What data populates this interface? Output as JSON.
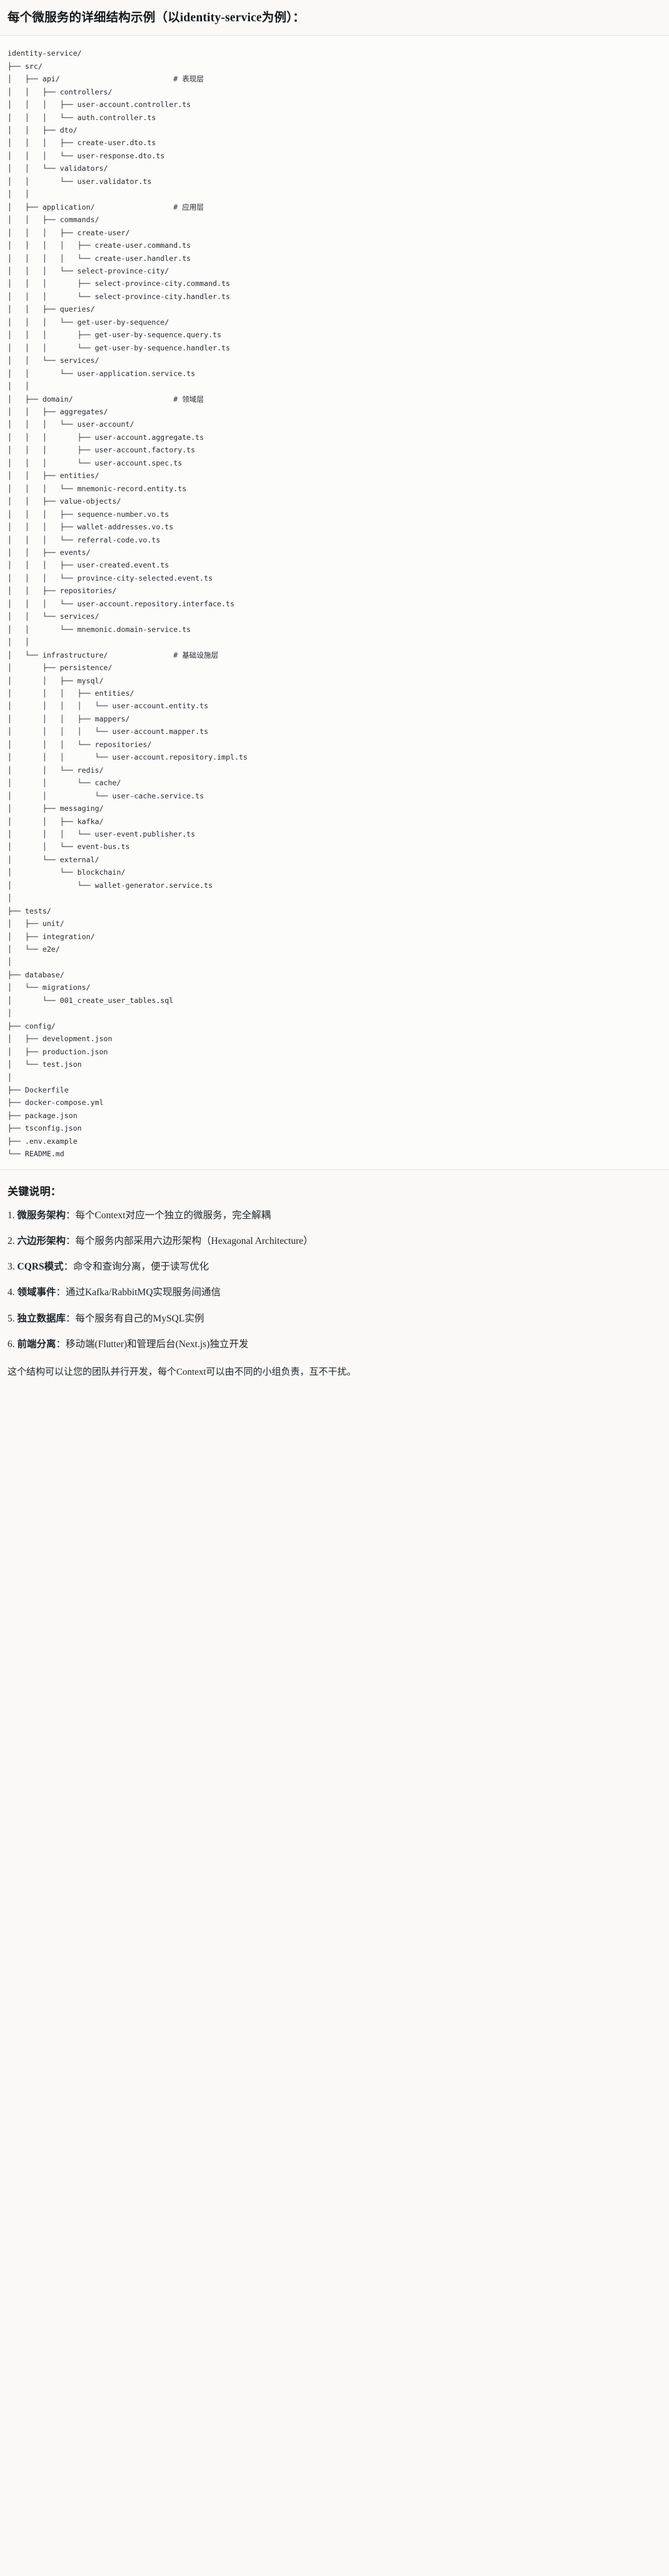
{
  "header": {
    "title": "每个微服务的详细结构示例（以identity-service为例）："
  },
  "tree": {
    "root": "identity-service/",
    "lines": [
      "identity-service/",
      "├── src/",
      "│   ├── api/                          # 表现层",
      "│   │   ├── controllers/",
      "│   │   │   ├── user-account.controller.ts",
      "│   │   │   └── auth.controller.ts",
      "│   │   ├── dto/",
      "│   │   │   ├── create-user.dto.ts",
      "│   │   │   └── user-response.dto.ts",
      "│   │   └── validators/",
      "│   │       └── user.validator.ts",
      "│   │",
      "│   ├── application/                  # 应用层",
      "│   │   ├── commands/",
      "│   │   │   ├── create-user/",
      "│   │   │   │   ├── create-user.command.ts",
      "│   │   │   │   └── create-user.handler.ts",
      "│   │   │   └── select-province-city/",
      "│   │   │       ├── select-province-city.command.ts",
      "│   │   │       └── select-province-city.handler.ts",
      "│   │   ├── queries/",
      "│   │   │   └── get-user-by-sequence/",
      "│   │   │       ├── get-user-by-sequence.query.ts",
      "│   │   │       └── get-user-by-sequence.handler.ts",
      "│   │   └── services/",
      "│   │       └── user-application.service.ts",
      "│   │",
      "│   ├── domain/                       # 领域层",
      "│   │   ├── aggregates/",
      "│   │   │   └── user-account/",
      "│   │   │       ├── user-account.aggregate.ts",
      "│   │   │       ├── user-account.factory.ts",
      "│   │   │       └── user-account.spec.ts",
      "│   │   ├── entities/",
      "│   │   │   └── mnemonic-record.entity.ts",
      "│   │   ├── value-objects/",
      "│   │   │   ├── sequence-number.vo.ts",
      "│   │   │   ├── wallet-addresses.vo.ts",
      "│   │   │   └── referral-code.vo.ts",
      "│   │   ├── events/",
      "│   │   │   ├── user-created.event.ts",
      "│   │   │   └── province-city-selected.event.ts",
      "│   │   ├── repositories/",
      "│   │   │   └── user-account.repository.interface.ts",
      "│   │   └── services/",
      "│   │       └── mnemonic.domain-service.ts",
      "│   │",
      "│   └── infrastructure/               # 基础设施层",
      "│       ├── persistence/",
      "│       │   ├── mysql/",
      "│       │   │   ├── entities/",
      "│       │   │   │   └── user-account.entity.ts",
      "│       │   │   ├── mappers/",
      "│       │   │   │   └── user-account.mapper.ts",
      "│       │   │   └── repositories/",
      "│       │   │       └── user-account.repository.impl.ts",
      "│       │   └── redis/",
      "│       │       └── cache/",
      "│       │           └── user-cache.service.ts",
      "│       ├── messaging/",
      "│       │   ├── kafka/",
      "│       │   │   └── user-event.publisher.ts",
      "│       │   └── event-bus.ts",
      "│       └── external/",
      "│           └── blockchain/",
      "│               └── wallet-generator.service.ts",
      "│",
      "├── tests/",
      "│   ├── unit/",
      "│   ├── integration/",
      "│   └── e2e/",
      "│",
      "├── database/",
      "│   └── migrations/",
      "│       └── 001_create_user_tables.sql",
      "│",
      "├── config/",
      "│   ├── development.json",
      "│   ├── production.json",
      "│   └── test.json",
      "│",
      "├── Dockerfile",
      "├── docker-compose.yml",
      "├── package.json",
      "├── tsconfig.json",
      "├── .env.example",
      "└── README.md"
    ]
  },
  "notes": {
    "title": "关键说明：",
    "items": [
      {
        "num": "1.",
        "term": "微服务架构",
        "sep": "：",
        "body": "每个Context对应一个独立的微服务，完全解耦"
      },
      {
        "num": "2.",
        "term": "六边形架构",
        "sep": "：",
        "body": "每个服务内部采用六边形架构（Hexagonal Architecture）"
      },
      {
        "num": "3.",
        "term": "CQRS模式",
        "sep": "：",
        "body": "命令和查询分离，便于读写优化"
      },
      {
        "num": "4.",
        "term": "领域事件",
        "sep": "：",
        "body": "通过Kafka/RabbitMQ实现服务间通信"
      },
      {
        "num": "5.",
        "term": "独立数据库",
        "sep": "：",
        "body": "每个服务有自己的MySQL实例"
      },
      {
        "num": "6.",
        "term": "前端分离",
        "sep": "：",
        "body": "移动端(Flutter)和管理后台(Next.js)独立开发"
      }
    ],
    "closing": "这个结构可以让您的团队并行开发，每个Context可以由不同的小组负责，互不干扰。"
  }
}
